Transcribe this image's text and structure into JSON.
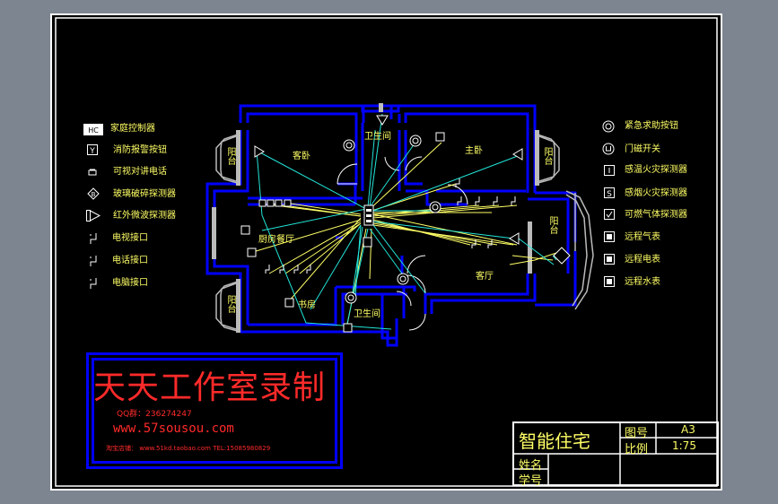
{
  "legend_left": [
    {
      "icon": "home-controller-icon",
      "label": "家庭控制器"
    },
    {
      "icon": "fire-alarm-button-icon",
      "label": "消防报警按钮"
    },
    {
      "icon": "video-intercom-icon",
      "label": "可视对讲电话"
    },
    {
      "icon": "glass-break-detector-icon",
      "label": "玻璃破碎探测器"
    },
    {
      "icon": "infrared-microwave-detector-icon",
      "label": "红外微波探测器"
    },
    {
      "icon": "tv-outlet-icon",
      "label": "电视接口"
    },
    {
      "icon": "phone-outlet-icon",
      "label": "电话接口"
    },
    {
      "icon": "computer-outlet-icon",
      "label": "电脑接口"
    }
  ],
  "legend_right": [
    {
      "icon": "emergency-button-icon",
      "label": "紧急求助按钮"
    },
    {
      "icon": "door-magnetic-switch-icon",
      "label": "门磁开关"
    },
    {
      "icon": "heat-detector-icon",
      "label": "感温火灾探测器"
    },
    {
      "icon": "smoke-detector-icon",
      "label": "感烟火灾探测器"
    },
    {
      "icon": "gas-detector-icon",
      "label": "可燃气体探测器"
    },
    {
      "icon": "gas-meter-icon",
      "label": "远程气表"
    },
    {
      "icon": "electric-meter-icon",
      "label": "远程电表"
    },
    {
      "icon": "water-meter-icon",
      "label": "远程水表"
    }
  ],
  "rooms": {
    "guest_bedroom": "客卧",
    "master_bedroom": "主卧",
    "bathroom_top": "卫生间",
    "bathroom_bottom": "卫生间",
    "kitchen_dining": "厨房餐厅",
    "study": "书房",
    "living_room": "客厅",
    "balcony_1": "阳台",
    "balcony_2": "阳台",
    "balcony_3": "阳台",
    "balcony_4": "阳台"
  },
  "watermark": {
    "title": "天天工作室录制",
    "qq": "QQ群：236274247",
    "site": "www.57sousou.com",
    "shop": "淘宝店铺： www.51kd.taobao.com  TEL:15085980829"
  },
  "title_block": {
    "project": "智能住宅",
    "drawing_no_label": "图号",
    "drawing_no": "A3",
    "scale_label": "比例",
    "scale": "1:75",
    "name_label": "姓名",
    "student_id_label": "学号"
  },
  "colors": {
    "wall": "#0000ff",
    "wire_yellow": "#ffff66",
    "wire_cyan": "#22e5d8",
    "watermark": "#ff2a2a",
    "frame": "#ffffff",
    "background": "#000000"
  }
}
